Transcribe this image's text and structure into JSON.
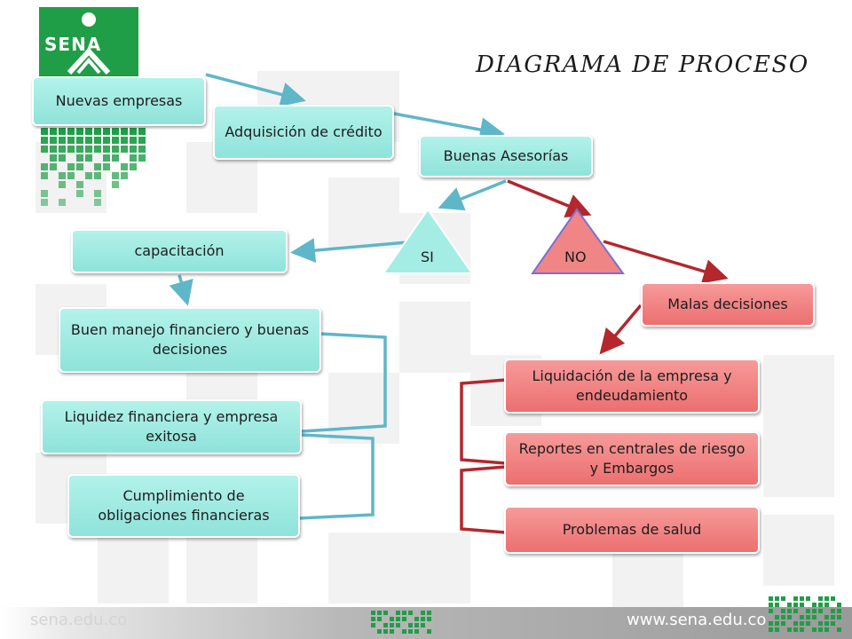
{
  "title": "DIAGRAMA DE PROCESO",
  "logo": {
    "text": "SENA"
  },
  "nodes": {
    "nuevas": "Nuevas empresas",
    "adquisicion": "Adquisición de crédito",
    "asesorias": "Buenas Asesorías",
    "si": "SI",
    "no": "NO",
    "capacitacion": "capacitación",
    "buen_manejo": "Buen manejo financiero y buenas decisiones",
    "liquidez": "Liquidez  financiera y empresa exitosa",
    "cumplimiento": "Cumplimiento de obligaciones financieras",
    "malas": "Malas decisiones",
    "liquidacion": "Liquidación de la empresa y endeudamiento",
    "reportes": "Reportes en centrales de riesgo y  Embargos",
    "salud": "Problemas de salud"
  },
  "footer": {
    "left_url": "sena.edu.co",
    "right_url": "www.sena.edu.co"
  },
  "colors": {
    "teal_box": "#a4ede4",
    "red_box": "#f08585",
    "blue_arrow": "#5fb6c9",
    "red_arrow": "#b3272d",
    "sena_green": "#1f9e47"
  }
}
